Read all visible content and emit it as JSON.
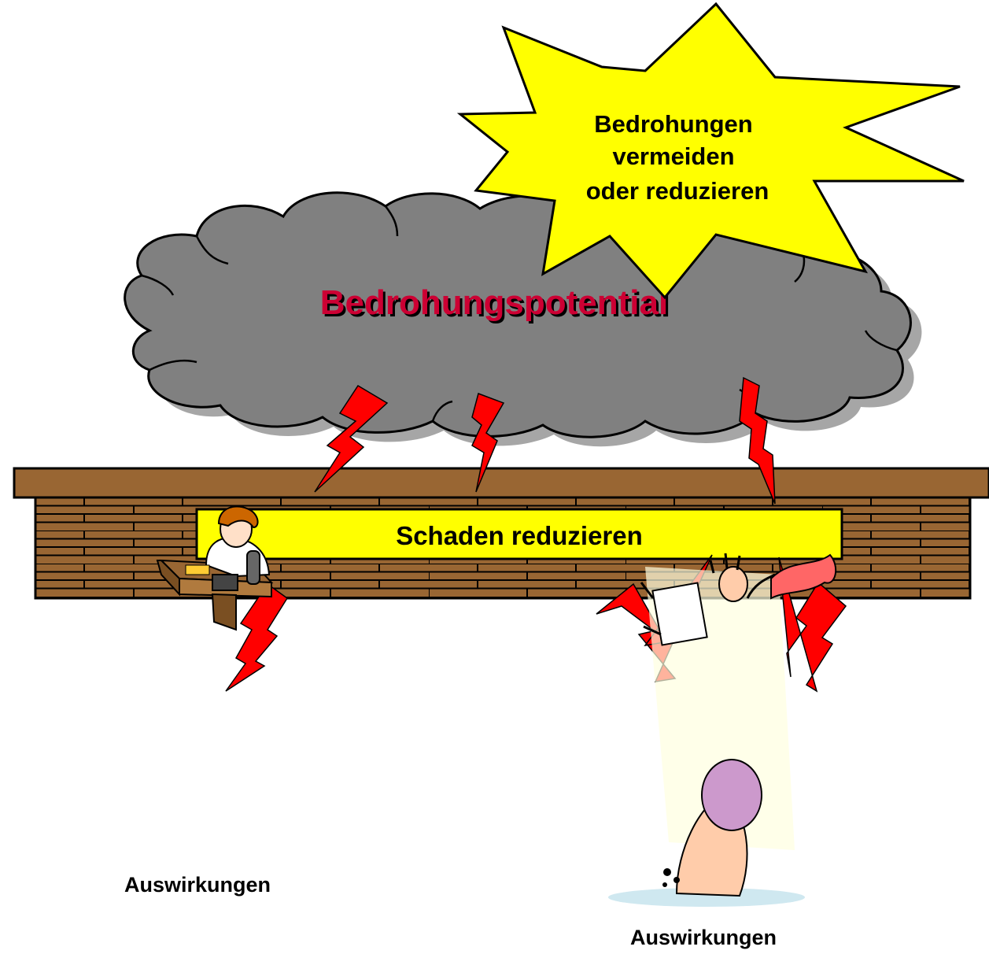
{
  "cloud": {
    "title": "Bedrohungspotential"
  },
  "star": {
    "lines": [
      "Bedrohungen",
      "vermeiden",
      "oder reduzieren"
    ]
  },
  "wall": {
    "banner": "Schaden reduzieren"
  },
  "impacts": [
    {
      "caption": "Auswirkungen"
    },
    {
      "caption": "Auswirkungen"
    }
  ],
  "colors": {
    "cloud_fill": "#808080",
    "cloud_shadow": "#a6a6a6",
    "cloud_title": "#cc0033",
    "star_fill": "#ffff00",
    "wall_fill": "#996633",
    "banner_fill": "#ffff00",
    "bolt_fill": "#ff0000"
  }
}
